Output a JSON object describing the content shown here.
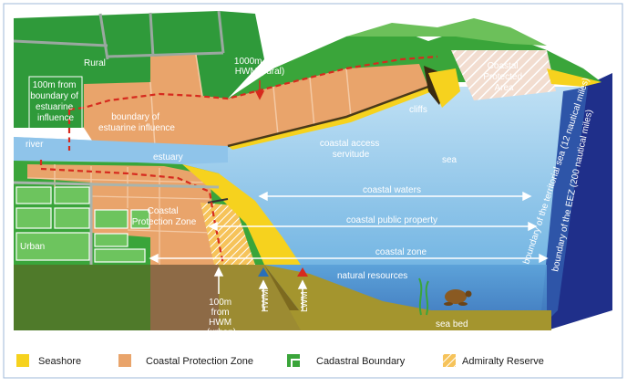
{
  "colors": {
    "seashore": "#f6d21e",
    "coastal_protection_zone": "#e9a46b",
    "cadastral_boundary": "#3aa53a",
    "admiralty_reserve": "#f6c35a",
    "sea": "#6fb3e0",
    "sea_dark": "#1f2f8a",
    "seabed": "#a4952e",
    "rural": "#2f9a3a",
    "dashed_line": "#d62a1e"
  },
  "labels": {
    "rural": "Rural",
    "urban": "Urban",
    "hwm_1000m_rural": [
      "1000m from",
      "HWM (rural)"
    ],
    "estuarine_100m": [
      "100m from",
      "boundary of",
      "estuarine",
      "influence"
    ],
    "boundary_estuarine": [
      "boundary of",
      "estuarine influence"
    ],
    "coastal_protected_area": [
      "Coastal",
      "Protected",
      "Area"
    ],
    "cliffs": "cliffs",
    "river": "river",
    "estuary": "estuary",
    "coastal_access": [
      "coastal access",
      "servitude"
    ],
    "sea": "sea",
    "coastal_waters": "coastal waters",
    "coastal_public_property": "coastal public property",
    "coastal_zone": "coastal zone",
    "coastal_protection_zone": [
      "Coastal",
      "Protection Zone"
    ],
    "natural_resources": "natural resources",
    "hwm": "HWM",
    "lwm": "LWM",
    "hwm_100m_urban": [
      "100m",
      "from",
      "HWM",
      "(urban)"
    ],
    "sea_bed": "sea bed",
    "territorial_sea": "boundary of the territorial sea (12 nautical miles)",
    "eez": "boundary of the EEZ (200 nautical miles)"
  },
  "legend": [
    {
      "label": "Seashore",
      "color": "#f6d21e"
    },
    {
      "label": "Coastal Protection Zone",
      "color": "#e9a46b"
    },
    {
      "label": "Cadastral Boundary",
      "color": "#3aa53a"
    },
    {
      "label": "Admiralty Reserve",
      "color": "#f6c35a"
    }
  ]
}
